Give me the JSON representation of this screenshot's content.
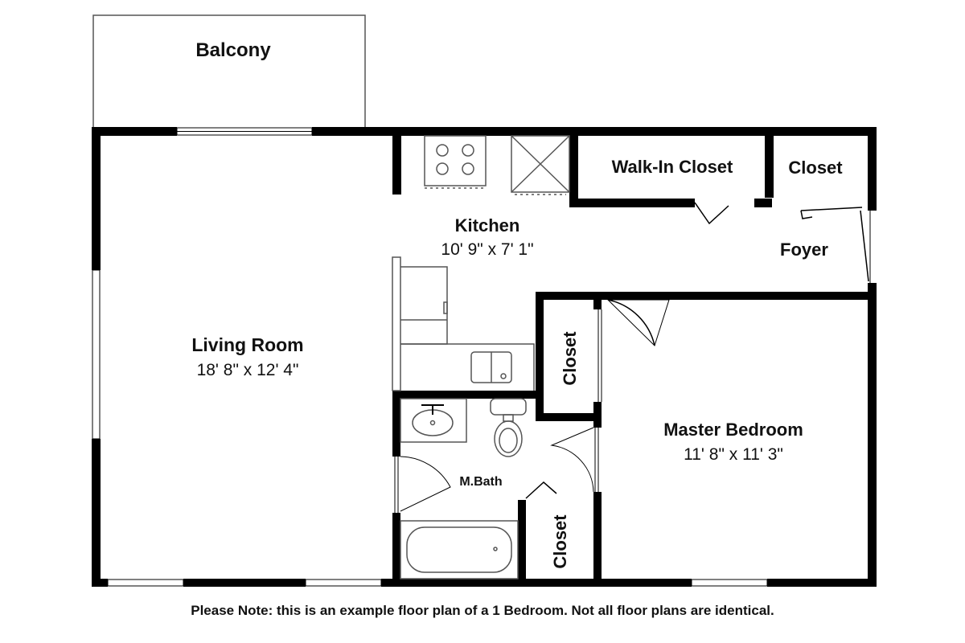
{
  "rooms": {
    "balcony": {
      "name": "Balcony"
    },
    "kitchen": {
      "name": "Kitchen",
      "size": "10' 9\" x 7' 1\""
    },
    "walk_in_closet": {
      "name": "Walk-In Closet"
    },
    "entry_closet": {
      "name": "Closet"
    },
    "foyer": {
      "name": "Foyer"
    },
    "living_room": {
      "name": "Living Room",
      "size": "18' 8\" x 12' 4\""
    },
    "hall_closet": {
      "name": "Closet"
    },
    "master_bedroom": {
      "name": "Master Bedroom",
      "size": "11' 8\" x 11' 3\""
    },
    "bath": {
      "name": "M.Bath"
    },
    "bath_closet": {
      "name": "Closet"
    }
  },
  "footer_note": "Please Note: this is an example floor plan of a 1 Bedroom. Not all floor plans are identical.",
  "colors": {
    "wall": "#000000",
    "fixture": "#555555",
    "background": "#ffffff"
  }
}
